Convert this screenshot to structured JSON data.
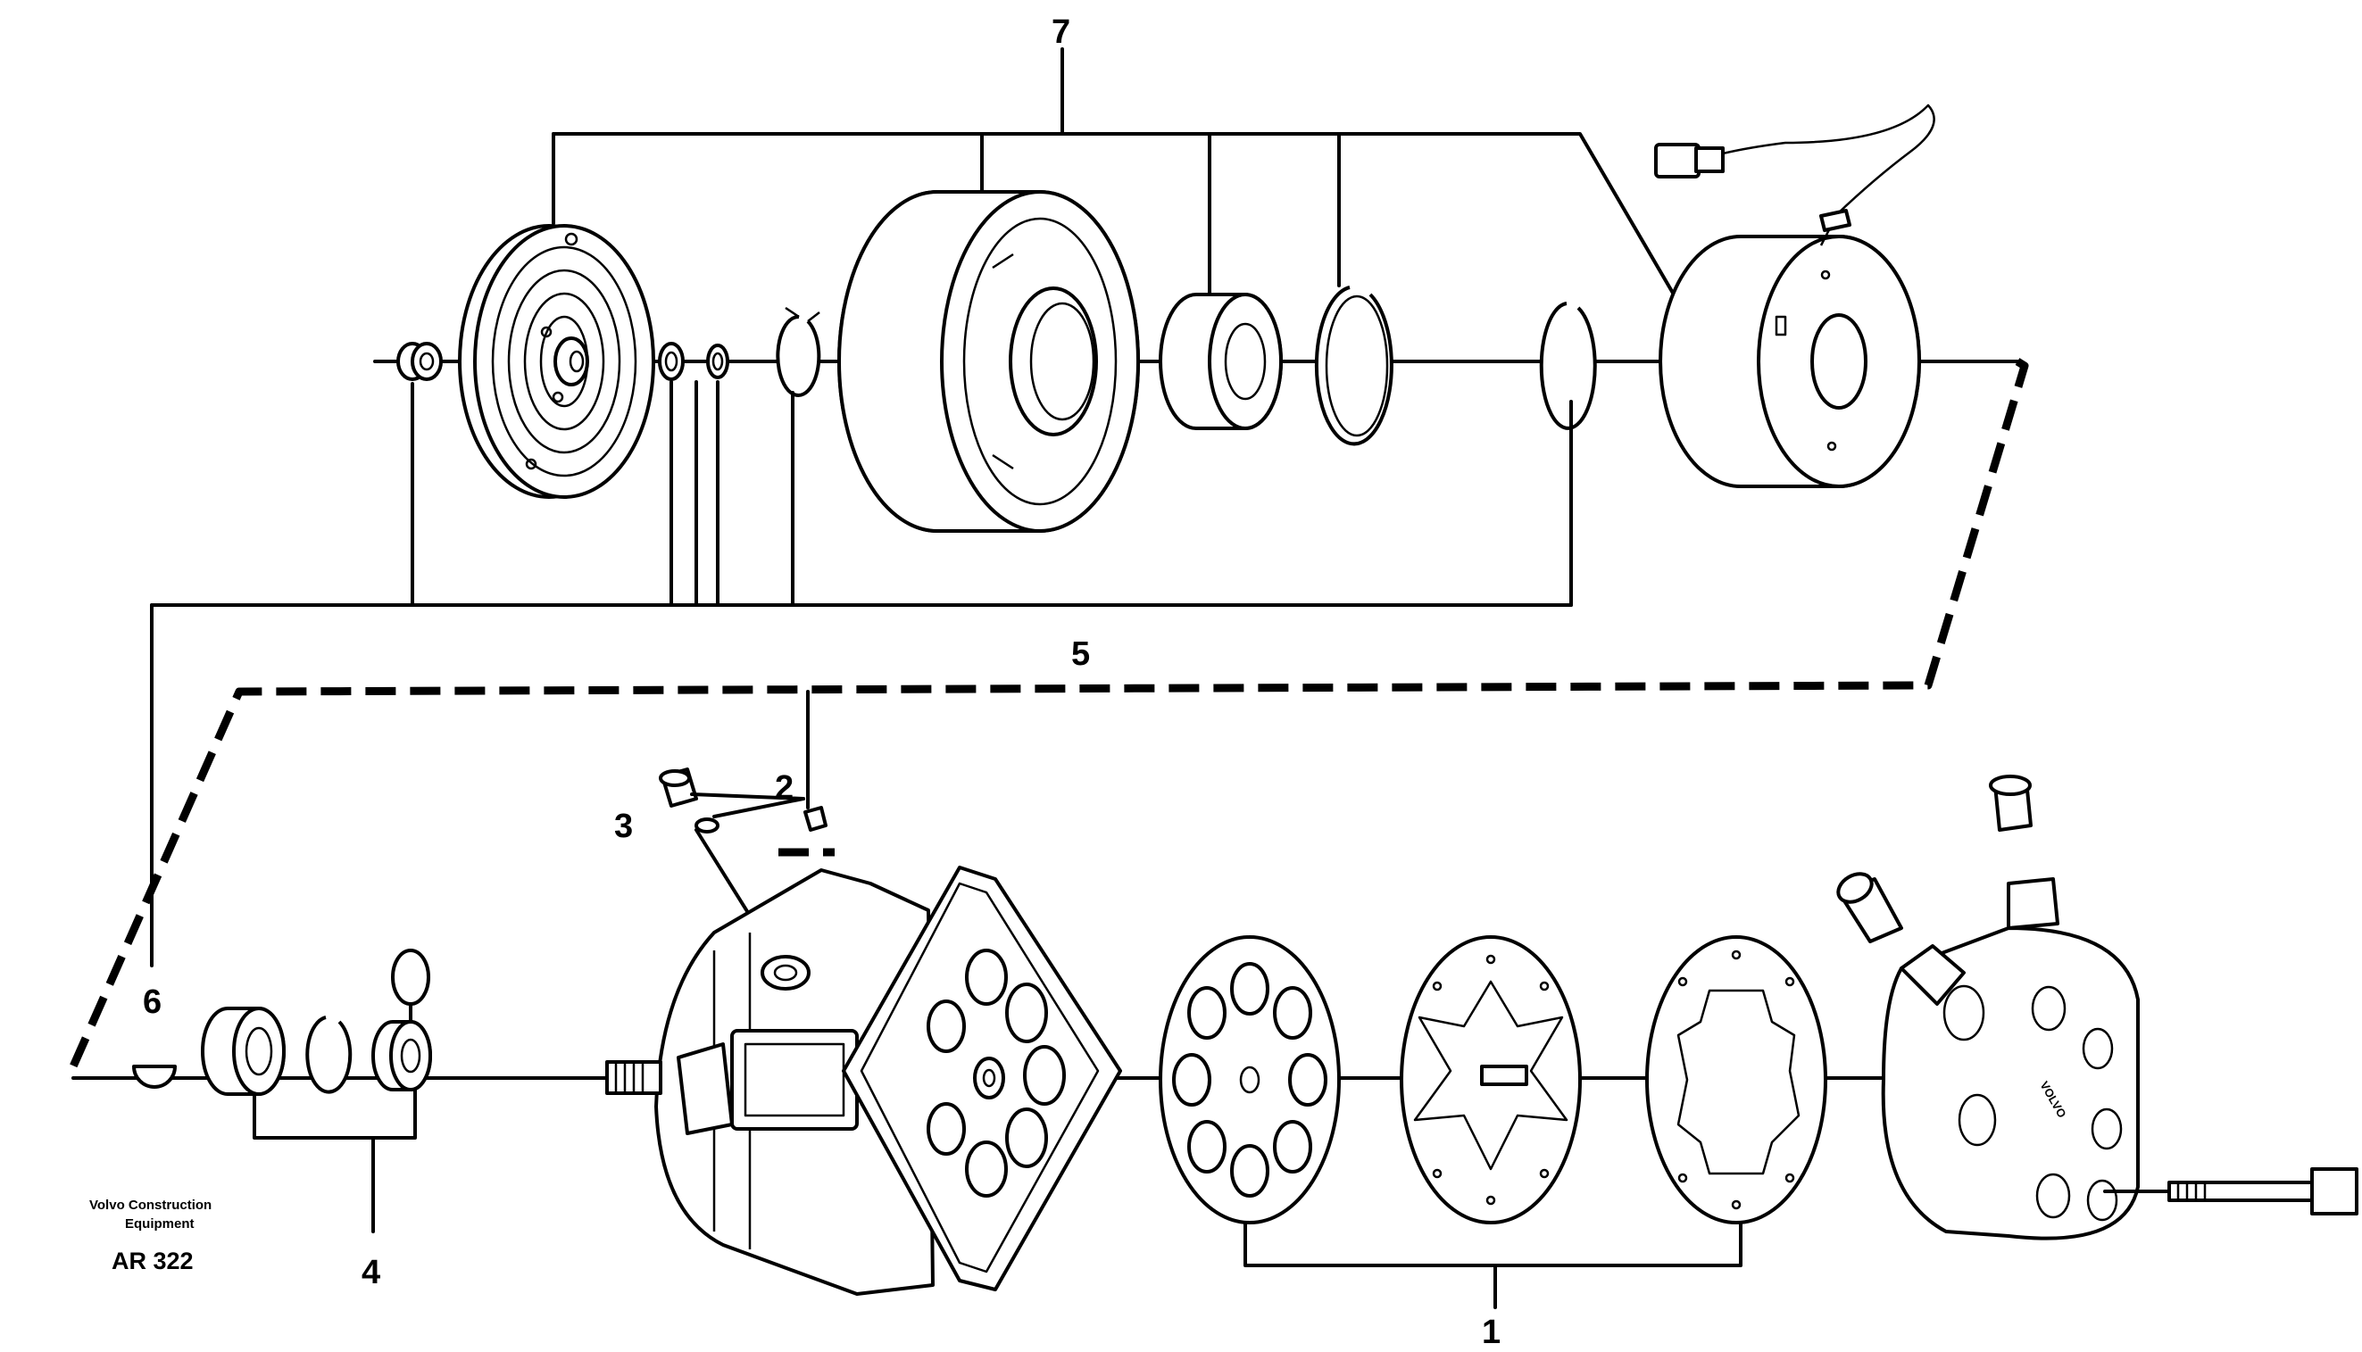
{
  "diagram": {
    "callouts": {
      "c1": "1",
      "c2": "2",
      "c3": "3",
      "c4": "4",
      "c5": "5",
      "c6": "6",
      "c7": "7"
    },
    "caption_line1": "Volvo Construction",
    "caption_line2": "Equipment",
    "reference_code": "AR 322",
    "head_marking": "VOLVO"
  }
}
